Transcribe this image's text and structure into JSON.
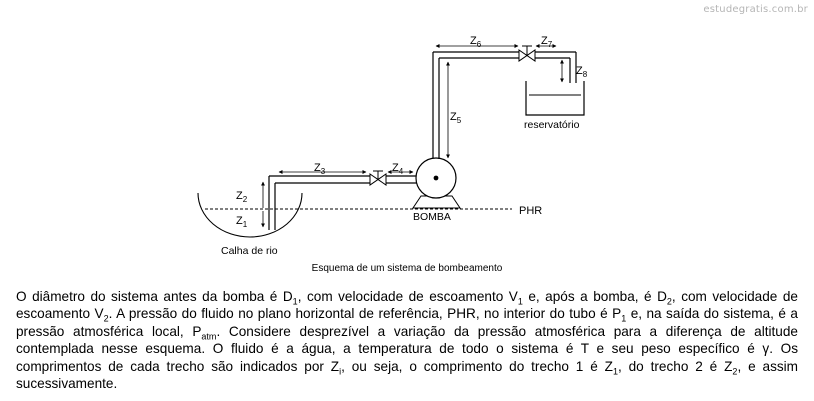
{
  "watermark": "estudegratis.com.br",
  "diagram": {
    "labels": {
      "z1_base": "Z",
      "z1_sub": "1",
      "z2_base": "Z",
      "z2_sub": "2",
      "z3_base": "Z",
      "z3_sub": "3",
      "z4_base": "Z",
      "z4_sub": "4",
      "z5_base": "Z",
      "z5_sub": "5",
      "z6_base": "Z",
      "z6_sub": "6",
      "z7_base": "Z",
      "z7_sub": "7",
      "z8_base": "Z",
      "z8_sub": "8",
      "phr": "PHR",
      "bomba": "BOMBA",
      "reservatorio": "reservatório",
      "calha": "Calha de rio"
    },
    "caption": "Esquema de um sistema de bombeamento"
  },
  "text": {
    "p1": "O diâmetro do sistema antes da bomba é D",
    "s1": "1",
    "p2": ", com velocidade de escoamento V",
    "s2": "1",
    "p3": " e, após a bomba, é D",
    "s3": "2",
    "p4": ", com velocidade de escoamento V",
    "s4": "2",
    "p5": ". A pressão do fluido no plano horizontal de referência, PHR, no interior do tubo é P",
    "s5": "1",
    "p6": " e, na saída do sistema, é a pressão atmosférica local, P",
    "s6": "atm",
    "p7": ". Considere desprezível a variação da pressão atmosférica para a diferença de altitude contemplada nesse esquema. O fluido é a água, a temperatura de todo o sistema é T e seu peso específico é γ. Os comprimentos de cada trecho são indicados por Z",
    "s7": "i",
    "p8": ", ou seja, o comprimento do trecho 1 é Z",
    "s8": "1",
    "p9": ", do trecho 2 é Z",
    "s9": "2",
    "p10": ", e assim sucessivamente."
  }
}
